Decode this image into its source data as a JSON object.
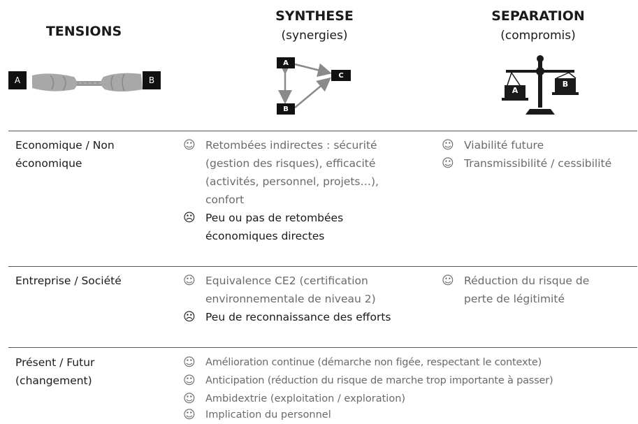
{
  "header": {
    "tensions": "TENSIONS",
    "synthese": "SYNTHESE",
    "synthese_sub": "(synergies)",
    "separation": "SEPARATION",
    "separation_sub": "(compromis)"
  },
  "icons": {
    "tug": {
      "left": "A",
      "right": "B"
    },
    "synergy": {
      "a": "A",
      "b": "B",
      "c": "C"
    },
    "scale": {
      "a": "A",
      "b": "B"
    }
  },
  "rows": [
    {
      "tension": "Economique / Non économique",
      "synthese": [
        {
          "smiley": "☺",
          "text": "Retombées indirectes : sécurité (gestion des risques), efficacité (activités, personnel, projets…), confort"
        },
        {
          "smiley": "☹",
          "text": "Peu ou pas de retombées économiques directes"
        }
      ],
      "separation": [
        {
          "smiley": "☺",
          "text": "Viabilité future"
        },
        {
          "smiley": "☺",
          "text": "Transmissibilité / cessibilité"
        }
      ]
    },
    {
      "tension": "Entreprise / Société",
      "synthese": [
        {
          "smiley": "☺",
          "text": "Equivalence CE2 (certification environnementale de niveau 2)"
        },
        {
          "smiley": "☹",
          "text": "Peu de reconnaissance des efforts"
        }
      ],
      "separation": [
        {
          "smiley": "☺",
          "text": "Réduction du risque de perte de légitimité"
        }
      ]
    },
    {
      "tension": "Présent / Futur (changement)",
      "synthese": [
        {
          "smiley": "☺",
          "text": "Amélioration continue (démarche non figée, respectant le contexte)"
        },
        {
          "smiley": "☺",
          "text": "Anticipation (réduction du risque de marche trop importante à passer)"
        },
        {
          "smiley": "☺",
          "text": "Ambidextrie (exploitation / exploration)"
        },
        {
          "smiley": "☺",
          "text": "Implication du personnel"
        }
      ]
    }
  ]
}
